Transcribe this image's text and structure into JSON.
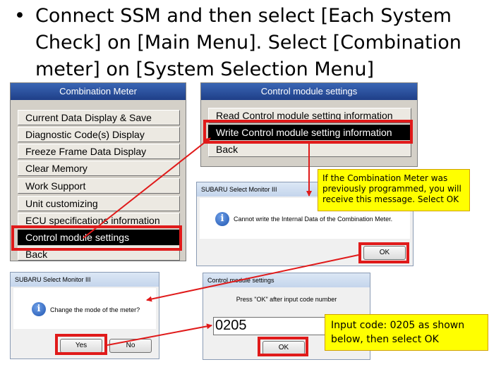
{
  "instruction": {
    "bullet": "•",
    "lines": [
      "Connect SSM and then select [Each System",
      "Check] on [Main Menu]. Select [Combination",
      "meter] on [System Selection Menu]"
    ]
  },
  "combination_meter_menu": {
    "title": "Combination Meter",
    "items": [
      "Current Data Display & Save",
      "Diagnostic Code(s) Display",
      "Freeze Frame Data Display",
      "Clear Memory",
      "Work Support",
      "Unit customizing",
      "ECU specifications information",
      "Control module settings",
      "Back"
    ],
    "selected_index": 7
  },
  "control_module_menu": {
    "title": "Control module settings",
    "items": [
      "Read Control module setting information",
      "Write Control module setting information",
      "Back"
    ],
    "selected_index": 1
  },
  "cannot_write_dialog": {
    "title": "SUBARU Select Monitor III",
    "message": "Cannot write the Internal Data of the Combination Meter.",
    "ok_label": "OK"
  },
  "change_mode_dialog": {
    "title": "SUBARU Select Monitor III",
    "message": "Change the mode of the meter?",
    "yes_label": "Yes",
    "no_label": "No"
  },
  "code_entry_dialog": {
    "title": "Control module settings",
    "prompt": "Press \"OK\" after input code number",
    "code_value": "0205",
    "ok_label": "OK"
  },
  "notes": {
    "previously_programmed": [
      "If the Combination Meter was",
      "previously programmed, you will",
      "receive this message. Select OK"
    ],
    "input_code": [
      "Input code: 0205 as shown",
      "below, then select OK"
    ]
  },
  "colors": {
    "highlight": "#e01a1a",
    "note_background": "#ffff00",
    "title_bar": "#2a4f9e"
  }
}
